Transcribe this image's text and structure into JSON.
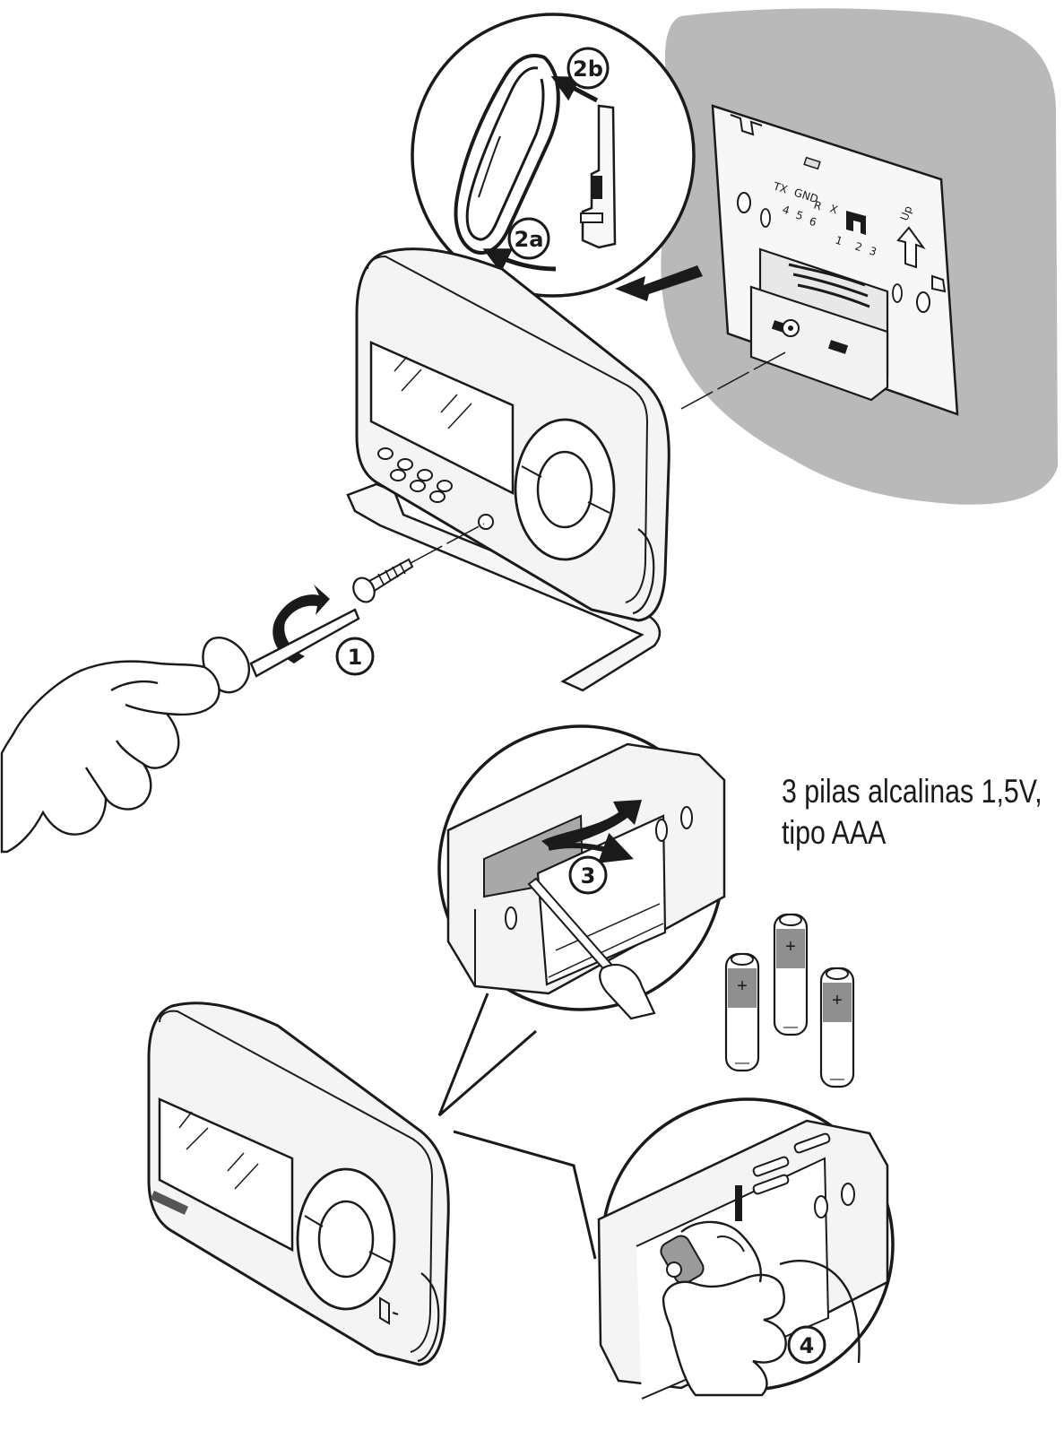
{
  "caption": {
    "line1": "3 pilas alcalinas 1,5V,",
    "line2": "tipo AAA"
  },
  "steps": {
    "step1": "1",
    "step2a": "2a",
    "step2b": "2b",
    "step3": "3",
    "step4": "4"
  },
  "wall_plate": {
    "term_tx": "TX",
    "term_gnd": "GND",
    "term_r": "R",
    "term_x": "X",
    "num_4": "4",
    "num_5": "5",
    "num_6": "6",
    "num_1": "1",
    "num_2": "2",
    "num_3": "3",
    "up": "Up"
  },
  "battery": {
    "plus": "+",
    "minus": "—"
  },
  "colors": {
    "wall": "#b9b9b9",
    "line": "#1a1a1a",
    "device": "#f4f4f4",
    "compartment": "#a8a8a8"
  }
}
